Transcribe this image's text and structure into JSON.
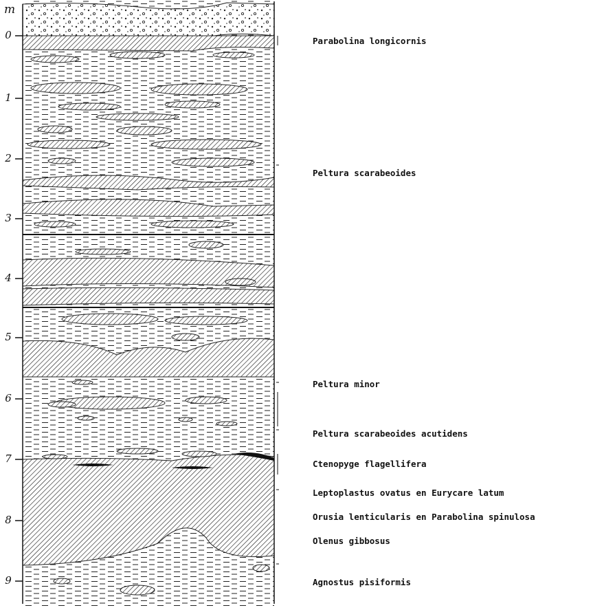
{
  "depth_axis": {
    "unit": "m",
    "ticks": [
      "0",
      "1",
      "2",
      "3",
      "4",
      "5",
      "6",
      "7",
      "8",
      "9"
    ]
  },
  "fossil_zones": [
    {
      "name": "Parabolina longicornis"
    },
    {
      "name": "Peltura scarabeoides"
    },
    {
      "name": "Peltura minor"
    },
    {
      "name": "Peltura scarabeoides acutidens"
    },
    {
      "name": "Ctenopyge flagellifera"
    },
    {
      "name": "Leptoplastus ovatus en Eurycare latum"
    },
    {
      "name": "Orusia lenticularis en Parabolina spinulosa"
    },
    {
      "name": "Olenus gibbosus"
    },
    {
      "name": "Agnostus pisiformis"
    }
  ]
}
